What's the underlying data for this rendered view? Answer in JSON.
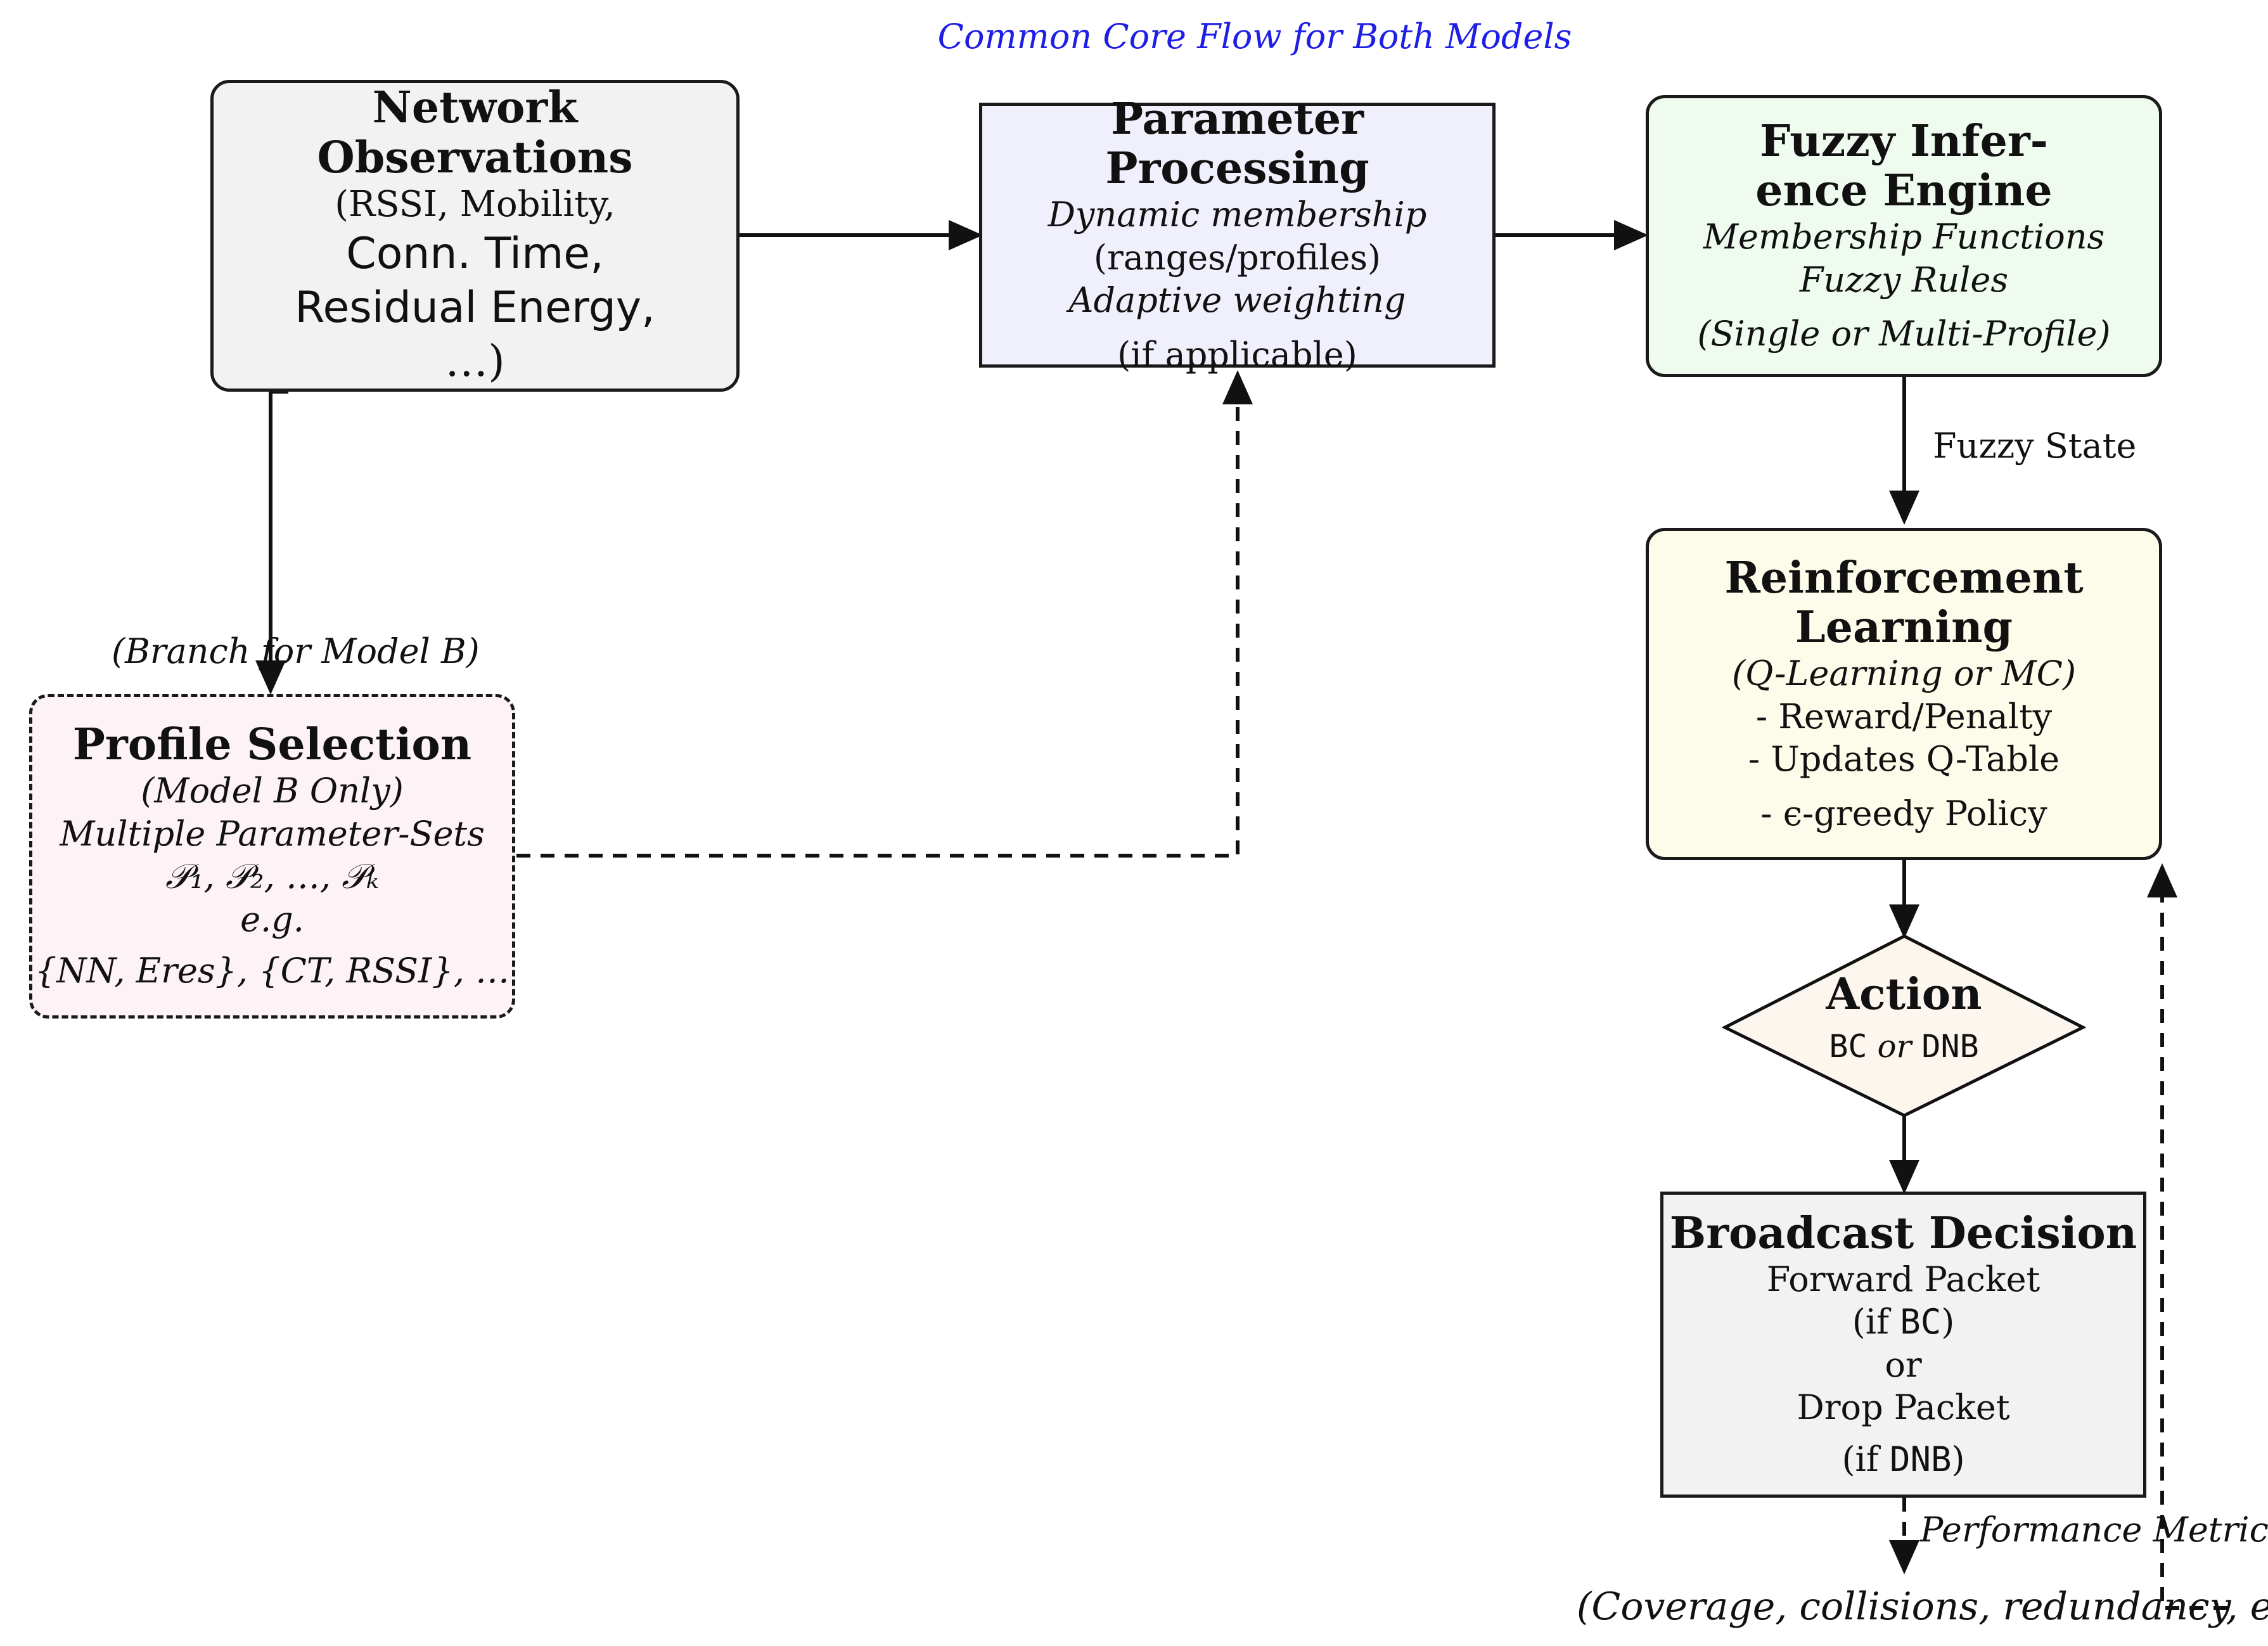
{
  "header": {
    "text": "Common Core Flow for Both Models",
    "color": "#1e1ee6"
  },
  "nodes": {
    "observations": {
      "title": "Network Observations",
      "line1": "(RSSI, Mobility,",
      "line2": "Conn. Time,",
      "line3": "Residual Energy,",
      "line4": "…)",
      "fill": "#f2f2f2"
    },
    "processing": {
      "title": "Parameter Processing",
      "line1": "Dynamic membership",
      "line2": "(ranges/profiles)",
      "line3": "Adaptive weighting",
      "line4": "(if applicable)",
      "fill": "#f0f0fc"
    },
    "fuzzy": {
      "title1": "Fuzzy Infer-",
      "title2": "ence Engine",
      "line1": "Membership Functions",
      "line2": "Fuzzy Rules",
      "line3": "(Single or Multi-Profile)",
      "fill": "#f0fbf0"
    },
    "profile": {
      "title": "Profile Selection",
      "line1": "(Model B Only)",
      "line2": "Multiple Parameter-Sets",
      "line3": "𝒫₁, 𝒫₂, …, 𝒫ₖ",
      "line4": "e.g.",
      "line5": "{NN, Eres}, {CT, RSSI}, …",
      "fill": "#fdf2f5"
    },
    "rl": {
      "title1": "Reinforcement",
      "title2": "Learning",
      "line1": "(Q-Learning or MC)",
      "line2": "- Reward/Penalty",
      "line3": "- Updates Q-Table",
      "line4": "- ϵ-greedy Policy",
      "fill": "#fdfcea"
    },
    "action": {
      "title": "Action",
      "opt1": "BC",
      "or": "or",
      "opt2": "DNB",
      "fill": "#fdf6ef"
    },
    "decision": {
      "title": "Broadcast Decision",
      "line1": "Forward Packet",
      "line2a": "(if ",
      "line2b": "BC",
      "line2c": ")",
      "line3": "or",
      "line4": "Drop Packet",
      "line5a": "(if ",
      "line5b": "DNB",
      "line5c": ")",
      "fill": "#f2f2f2"
    }
  },
  "labels": {
    "branch": "(Branch for Model B)",
    "fuzzy_state": "Fuzzy State",
    "performance": "Performance Metrics",
    "metrics": "(Coverage, collisions, redundancy, etc)"
  }
}
